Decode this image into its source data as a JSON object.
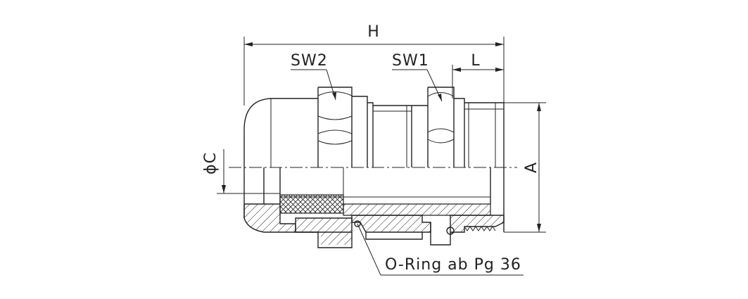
{
  "labels": {
    "height": "H",
    "wrench_size_2": "SW2",
    "wrench_size_1": "SW1",
    "thread_length": "L",
    "diameter": "ϕC",
    "thread_diameter": "A",
    "o_ring_note": "O-Ring ab Pg 36"
  },
  "colors": {
    "line": "#222222",
    "background": "#ffffff"
  }
}
